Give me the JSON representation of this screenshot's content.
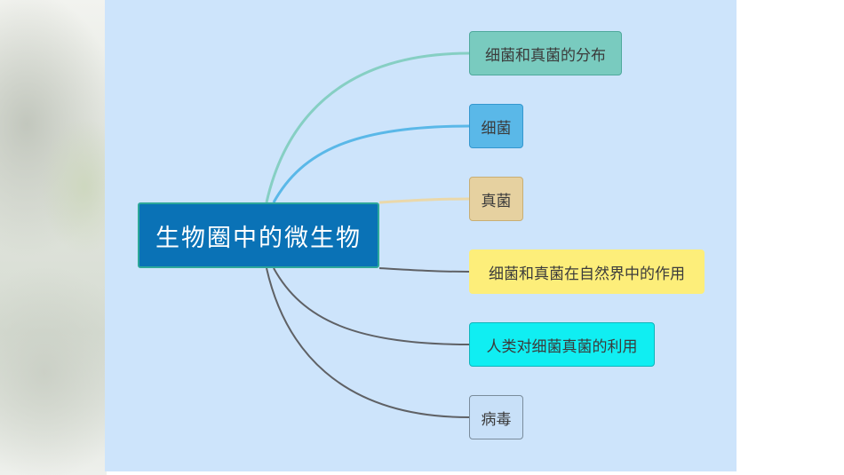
{
  "mindmap": {
    "center": "生物圈中的微生物",
    "topics": [
      {
        "label": "细菌和真菌的分布",
        "color": "#79cbbf",
        "link_color": "#86cfc3"
      },
      {
        "label": "细菌",
        "color": "#5ab8e8",
        "link_color": "#5ab8e8"
      },
      {
        "label": "真菌",
        "color": "#e6d1a0",
        "link_color": "#ead8aa"
      },
      {
        "label": "细菌和真菌在自然界中的作用",
        "color": "#fdee7a",
        "link_color": "#5f6165"
      },
      {
        "label": "人类对细菌真菌的利用",
        "color": "#10eef2",
        "link_color": "#5f6165"
      },
      {
        "label": "病毒",
        "color": "#c8e0f8",
        "link_color": "#5f6165"
      }
    ]
  }
}
